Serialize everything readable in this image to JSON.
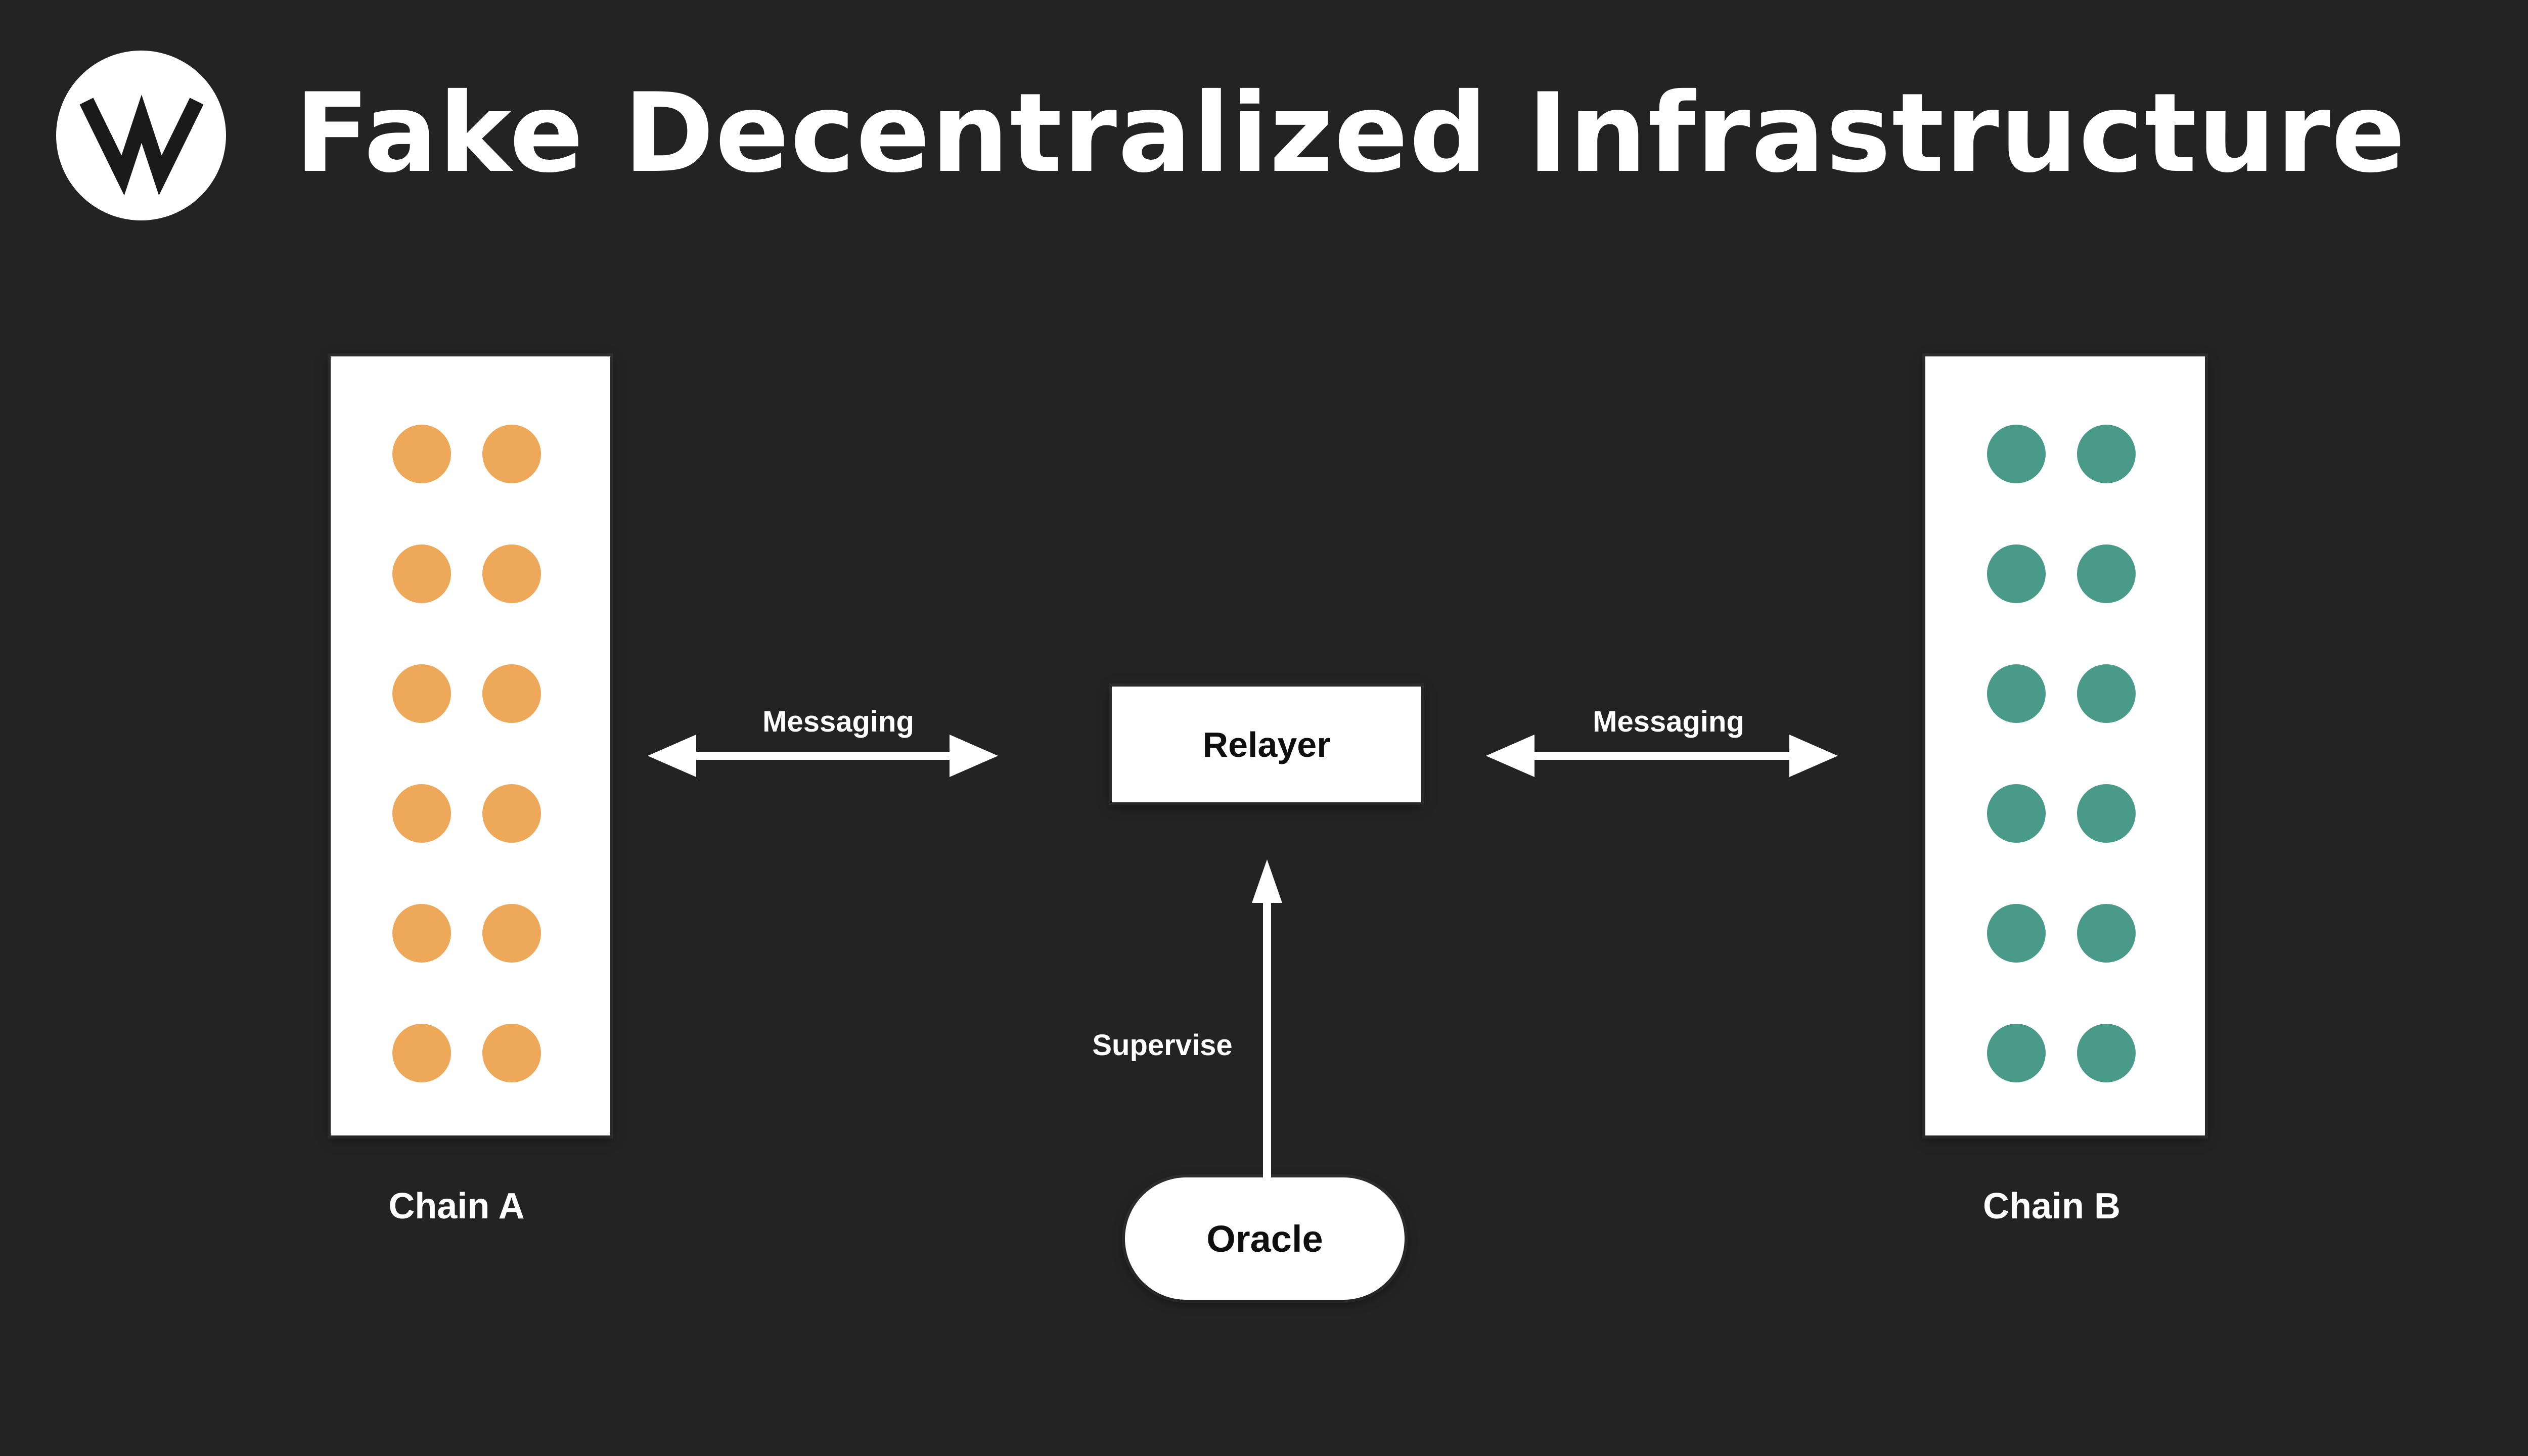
{
  "header": {
    "title": "Fake Decentralized Infrastructure"
  },
  "logo": {
    "letter": "W"
  },
  "colors": {
    "background": "#232323",
    "node_fill": "#FFFFFF",
    "node_text": "#0F0F0F",
    "label_text": "#FFFFFF",
    "arrow": "#FFFFFF",
    "chain_a_dot": "#EEA85A",
    "chain_b_dot": "#4A9A8A"
  },
  "diagram": {
    "chain_a": {
      "label": "Chain A",
      "dots": {
        "rows": 6,
        "cols": 2,
        "color": "#EEA85A",
        "dot_name": "chain-a-validator-dot"
      }
    },
    "chain_b": {
      "label": "Chain B",
      "dots": {
        "rows": 6,
        "cols": 2,
        "color": "#4A9A8A",
        "dot_name": "chain-b-validator-dot"
      }
    },
    "relayer": {
      "label": "Relayer"
    },
    "oracle": {
      "label": "Oracle"
    },
    "edges": {
      "messaging_left": {
        "label": "Messaging"
      },
      "messaging_right": {
        "label": "Messaging"
      },
      "supervise": {
        "label": "Supervise"
      }
    }
  }
}
